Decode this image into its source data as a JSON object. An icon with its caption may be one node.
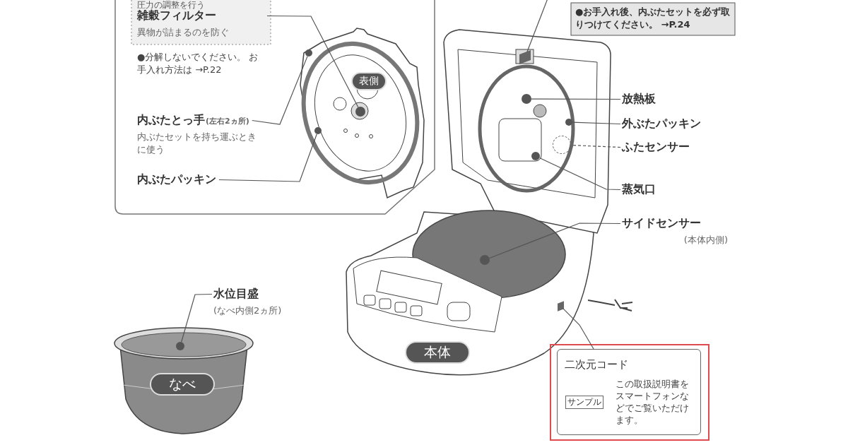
{
  "diagram": {
    "nodes": [
      {
        "text": [
          "雑穀フィルター",
          "異物が詰まるのを防ぐ"
        ]
      },
      {
        "text": [],
        "shape": "circle"
      },
      {
        "text": [
          "内ぶたとっ手",
          "(左右2ヵ所)",
          "内ぶたセットを持ち運ぶときに使う"
        ]
      },
      {
        "text": [],
        "shape": "circle"
      },
      {
        "text": [
          "内ぶたパッキン"
        ]
      },
      {
        "text": [],
        "shape": "circle"
      },
      {
        "text": [
          "放熱板"
        ]
      },
      {
        "text": [],
        "shape": "circle"
      },
      {
        "text": [
          "外ぶたパッキン"
        ]
      },
      {
        "text": [],
        "shape": "circle"
      },
      {
        "text": [
          "ふたセンサー"
        ]
      },
      {
        "text": [],
        "shape": "circle"
      },
      {
        "text": [
          "蒸気口"
        ]
      },
      {
        "text": [],
        "shape": "circle"
      },
      {
        "text": [
          "サイドセンサー",
          "(本体内側)"
        ]
      },
      {
        "text": [],
        "shape": "circle"
      },
      {
        "text": [
          "水位目盛",
          "(なべ内側2ヵ所)"
        ]
      },
      {
        "text": [],
        "shape": "circle"
      },
      {
        "text": [
          "二次元コード",
          "この取扱説明書をスマートフォンなどでご覧いただけます。"
        ]
      },
      {
        "text": [],
        "shape": "box"
      },
      {
        "text": [],
        "shape": "box"
      },
      {
        "text": [
          "表側"
        ]
      },
      {
        "text": [
          "本体"
        ]
      },
      {
        "text": [
          "なべ"
        ]
      }
    ],
    "edges": [
      {
        "from": 0,
        "to": 1,
        "arrow": "none"
      },
      {
        "from": 2,
        "to": 3,
        "arrow": "none"
      },
      {
        "from": 4,
        "to": 5,
        "arrow": "none"
      },
      {
        "from": 6,
        "to": 7,
        "arrow": "none"
      },
      {
        "from": 8,
        "to": 9,
        "arrow": "none"
      },
      {
        "from": 10,
        "to": 11,
        "arrow": "none",
        "style": "dashed"
      },
      {
        "from": 12,
        "to": 13,
        "arrow": "none"
      },
      {
        "from": 14,
        "to": 15,
        "arrow": "none"
      },
      {
        "from": 16,
        "to": 17,
        "arrow": "none"
      },
      {
        "from": 18,
        "to": 19,
        "arrow": "none"
      },
      {
        "from": null,
        "to": 20,
        "arrow": "none"
      }
    ],
    "labels": [
      "圧力の調整を行う",
      "●分解しないでください。 お手入れ方法は →P.22",
      "●お手入れ後、内ぶたセットを必ず取りつけてください。 →P.24",
      "サンプル"
    ]
  }
}
